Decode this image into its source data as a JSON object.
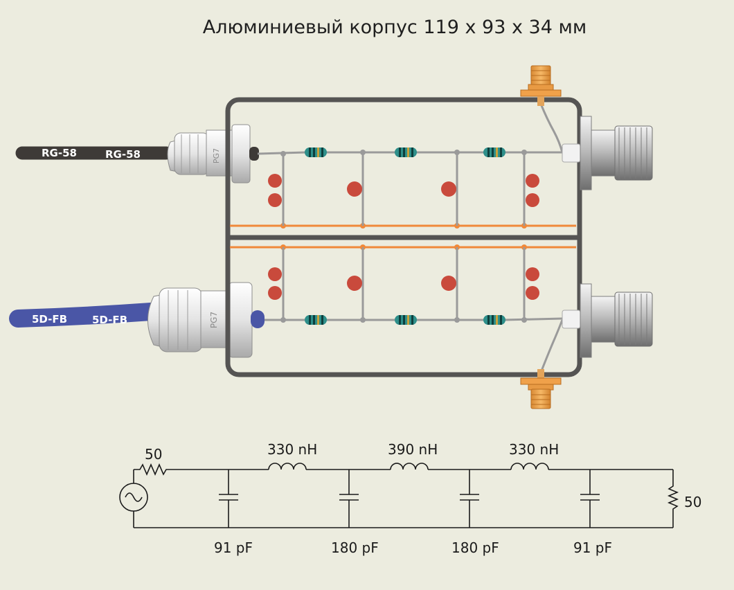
{
  "title": "Алюминиевый корпус 119 х 93 х 34 мм",
  "cables": {
    "top": {
      "label_left": "RG-58",
      "label_right": "RG-58",
      "color": "#3e3a37"
    },
    "bottom": {
      "label_left": "5D-FB",
      "label_right": "5D-FB",
      "color": "#4a56a6"
    }
  },
  "gland_marking": "PG7",
  "colors": {
    "enclosure": "#555453",
    "capacitor": "#c94a3c",
    "inductor": "#2e8f8a",
    "copper_strip": "#f0893a",
    "wire": "#9a9a9a",
    "sma_connector": "#f0a14a",
    "n_connector": "#c9c9c9"
  },
  "schematic": {
    "source_impedance": "50",
    "load_impedance": "50",
    "inductors": [
      "330 nH",
      "390 nH",
      "330 nH"
    ],
    "capacitors": [
      "91 pF",
      "180 pF",
      "180 pF",
      "91 pF"
    ]
  }
}
